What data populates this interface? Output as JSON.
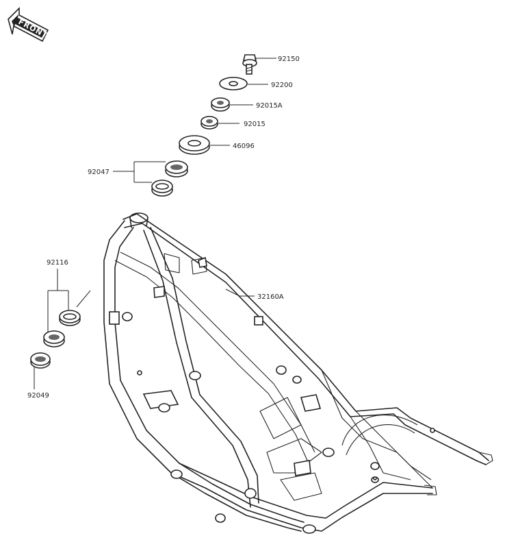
{
  "front_badge": {
    "text": "FRONT"
  },
  "parts": [
    {
      "id": "p92150",
      "number": "92150"
    },
    {
      "id": "p92200",
      "number": "92200"
    },
    {
      "id": "p92015A",
      "number": "92015A"
    },
    {
      "id": "p92015",
      "number": "92015"
    },
    {
      "id": "p46096",
      "number": "46096"
    },
    {
      "id": "p92047",
      "number": "92047"
    },
    {
      "id": "p32160A",
      "number": "32160A"
    },
    {
      "id": "p92116",
      "number": "92116"
    },
    {
      "id": "p92049",
      "number": "92049"
    }
  ],
  "colors": {
    "ink": "#222222",
    "background": "#ffffff",
    "shade": "#666666"
  }
}
